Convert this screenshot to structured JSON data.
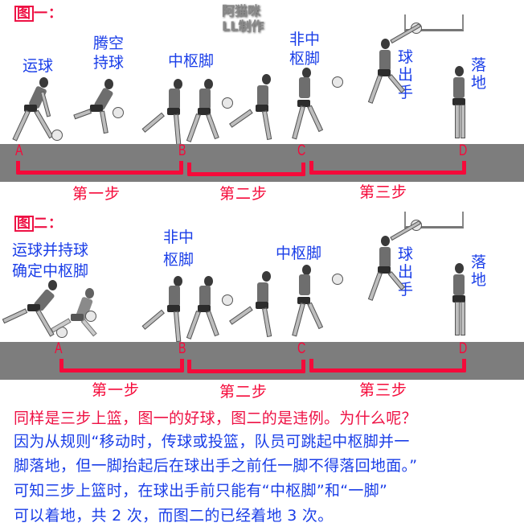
{
  "watermark": {
    "line1": "阿猫咪",
    "line2": "LL制作"
  },
  "figure1": {
    "title_box": "图",
    "title_rest": "一：",
    "labels": {
      "dribble": "运球",
      "airborne_catch": "腾空持球",
      "pivot_foot": "中枢脚",
      "non_pivot_foot": "非中枢脚",
      "release": "球出手",
      "landing": "落地"
    },
    "points": [
      "A",
      "B",
      "C",
      "D"
    ],
    "steps": [
      "第一步",
      "第二步",
      "第三步"
    ]
  },
  "figure2": {
    "title_box": "图",
    "title_rest": "二：",
    "labels": {
      "dribble_catch_line1": "运球并持球",
      "dribble_catch_line2": "确定中枢脚",
      "non_pivot_foot": "非中枢脚",
      "pivot_foot": "中枢脚",
      "release": "球出手",
      "landing": "落地"
    },
    "points": [
      "A",
      "B",
      "C",
      "D"
    ],
    "steps": [
      "第一步",
      "第二步",
      "第三步"
    ]
  },
  "explanation": {
    "line1": "同样是三步上篮，图一的好球，图二的是违例。为什么呢？",
    "line2": "因为从规则“移动时，传球或投篮，队员可跳起中枢脚并一",
    "line3": "脚落地，但一脚抬起后在球出手之前任一脚不得落回地面。”",
    "line4": "可知三步上篮时，在球出手前只能有“中枢脚”和“一脚”",
    "line5": "可以着地，共 2 次，而图二的已经着地 3 次。"
  },
  "colors": {
    "red": "#ee1144",
    "blue": "#1a3ee8",
    "band_gray": "#7d7d7d"
  }
}
